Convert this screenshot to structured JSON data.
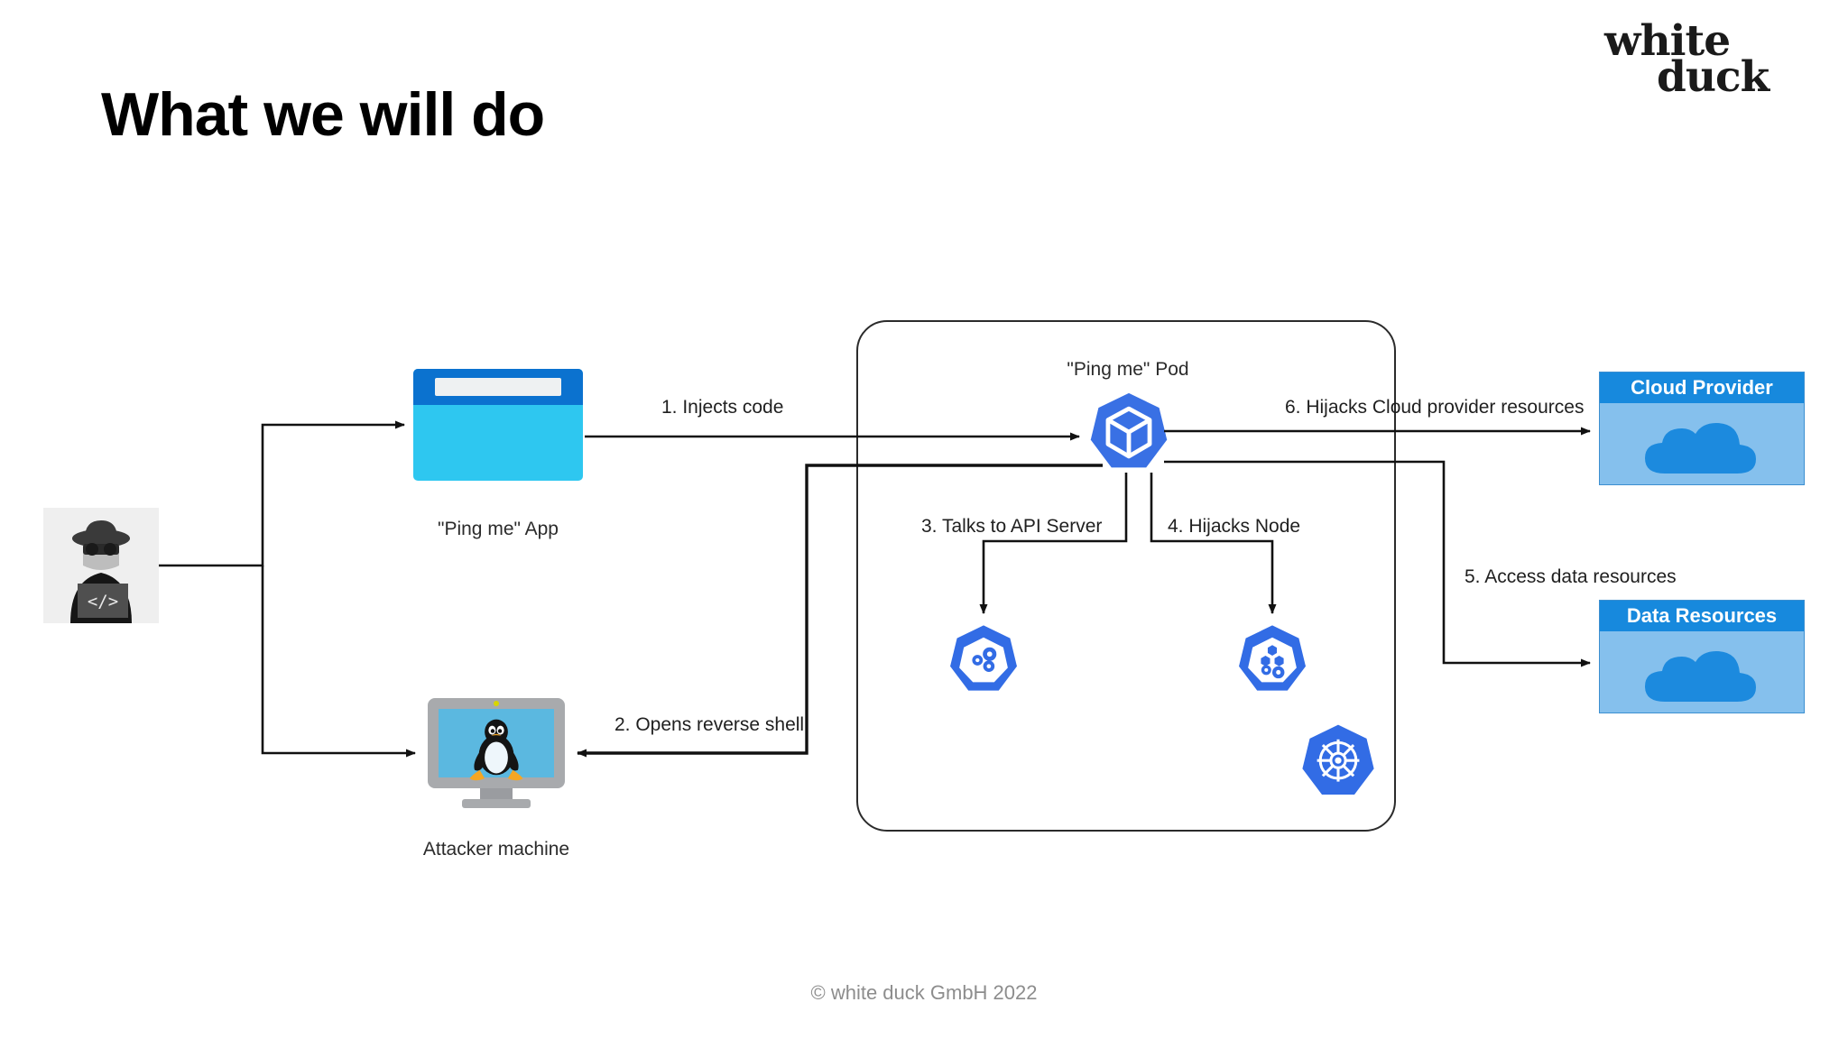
{
  "slide": {
    "title": "What we will do",
    "footer": "© white duck GmbH 2022",
    "logo": {
      "line1": "white",
      "line2": "duck"
    }
  },
  "colors": {
    "app_titlebar": "#0b72cf",
    "app_body": "#2ec7f0",
    "cloud_header": "#1789dd",
    "cloud_body": "#85c0ed",
    "cloud_shape": "#1c8ade",
    "k8s_blue": "#326ce5",
    "pod_blue": "#3970e4",
    "line": "#2b2b2b",
    "title_text": "#000000",
    "footer_text": "#8d8d8d"
  },
  "nodes": {
    "attacker": {
      "label": "",
      "icon": "hacker-icon"
    },
    "app": {
      "label": "\"Ping me\" App",
      "icon": "browser-window-icon"
    },
    "attacker_machine": {
      "label": "Attacker machine",
      "icon": "linux-monitor-icon"
    },
    "pod": {
      "label": "\"Ping me\" Pod",
      "icon": "kubernetes-pod-icon"
    },
    "api_server": {
      "label": "",
      "icon": "kubernetes-api-server-icon",
      "badge": "api"
    },
    "node": {
      "label": "",
      "icon": "kubernetes-node-icon"
    },
    "cluster_logo": {
      "label": "",
      "icon": "kubernetes-wheel-icon"
    },
    "cloud_provider": {
      "label": "Cloud Provider",
      "icon": "cloud-icon"
    },
    "data_resources": {
      "label": "Data Resources",
      "icon": "cloud-icon"
    }
  },
  "steps": [
    {
      "n": 1,
      "label": "1. Injects code"
    },
    {
      "n": 2,
      "label": "2. Opens reverse shell"
    },
    {
      "n": 3,
      "label": "3. Talks to API Server"
    },
    {
      "n": 4,
      "label": "4. Hijacks Node"
    },
    {
      "n": 5,
      "label": "5. Access data resources"
    },
    {
      "n": 6,
      "label": "6. Hijacks Cloud provider resources"
    }
  ]
}
